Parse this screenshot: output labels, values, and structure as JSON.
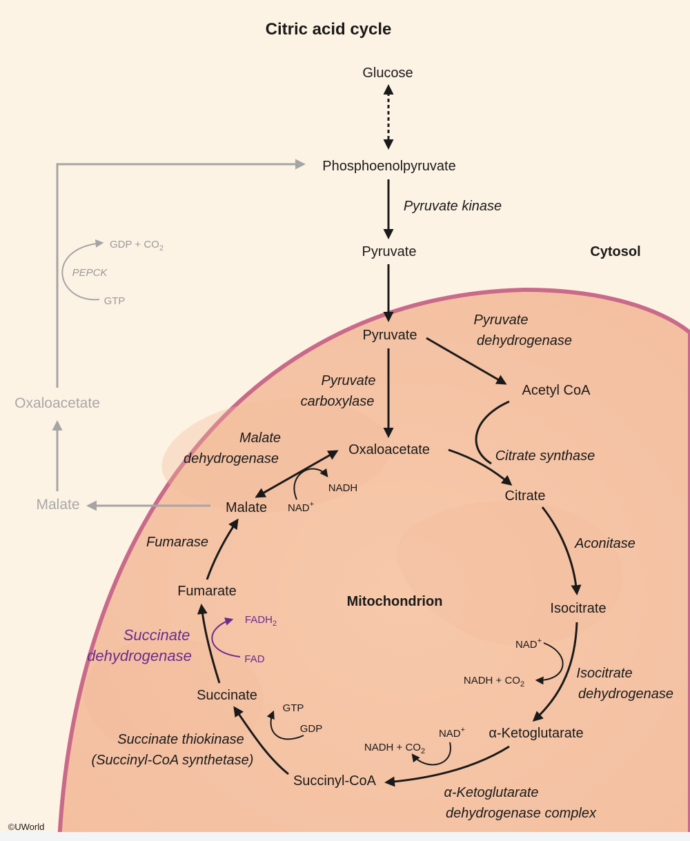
{
  "title": "Citric acid cycle",
  "regions": {
    "cytosol": "Cytosol",
    "mitochondrion": "Mitochondrion"
  },
  "metabolites": {
    "glucose": "Glucose",
    "pep": "Phosphoenolpyruvate",
    "pyruvate_cyto": "Pyruvate",
    "pyruvate_mito": "Pyruvate",
    "acetyl_coa": "Acetyl CoA",
    "oxaloacetate_mito": "Oxaloacetate",
    "citrate": "Citrate",
    "isocitrate": "Isocitrate",
    "alpha_ketoglutarate": "α-Ketoglutarate",
    "succinyl_coa": "Succinyl-CoA",
    "succinate": "Succinate",
    "fumarate": "Fumarate",
    "malate_mito": "Malate",
    "malate_cyto": "Malate",
    "oxaloacetate_cyto": "Oxaloacetate"
  },
  "enzymes": {
    "pyruvate_kinase": "Pyruvate kinase",
    "pdh_line1": "Pyruvate",
    "pdh_line2": "dehydrogenase",
    "pc_line1": "Pyruvate",
    "pc_line2": "carboxylase",
    "citrate_synthase": "Citrate synthase",
    "aconitase": "Aconitase",
    "idh_line1": "Isocitrate",
    "idh_line2": "dehydrogenase",
    "akgdh_line1": "α-Ketoglutarate",
    "akgdh_line2": "dehydrogenase complex",
    "sth_line1": "Succinate thiokinase",
    "sth_line2": "(Succinyl-CoA synthetase)",
    "sdh_line1": "Succinate",
    "sdh_line2": "dehydrogenase",
    "fumarase": "Fumarase",
    "mdh_line1": "Malate",
    "mdh_line2": "dehydrogenase",
    "pepck": "PEPCK"
  },
  "cofactors": {
    "gdp_co2_base": "GDP + CO",
    "gdp_co2_sub": "2",
    "gtp_cyto": "GTP",
    "nadh_mdh": "NADH",
    "nad_mdh_base": "NAD",
    "nad_mdh_sup": "+",
    "nad_idh_base": "NAD",
    "nad_idh_sup": "+",
    "nadh_co2_idh_base": "NADH + CO",
    "nadh_co2_idh_sub": "2",
    "nad_akg_base": "NAD",
    "nad_akg_sup": "+",
    "nadh_co2_akg_base": "NADH + CO",
    "nadh_co2_akg_sub": "2",
    "gtp_sth": "GTP",
    "gdp_sth": "GDP",
    "fadh2_base": "FADH",
    "fadh2_sub": "2",
    "fad": "FAD"
  },
  "credit": "©UWorld",
  "colors": {
    "cytosol_bg": "#fdf3e4",
    "mitochondrion_fill": "#f6c9a9",
    "membrane": "#c96a8a",
    "grey_path": "#a5a5a5",
    "purple_accent": "#6a2c8c",
    "text": "#1a1a1a"
  }
}
